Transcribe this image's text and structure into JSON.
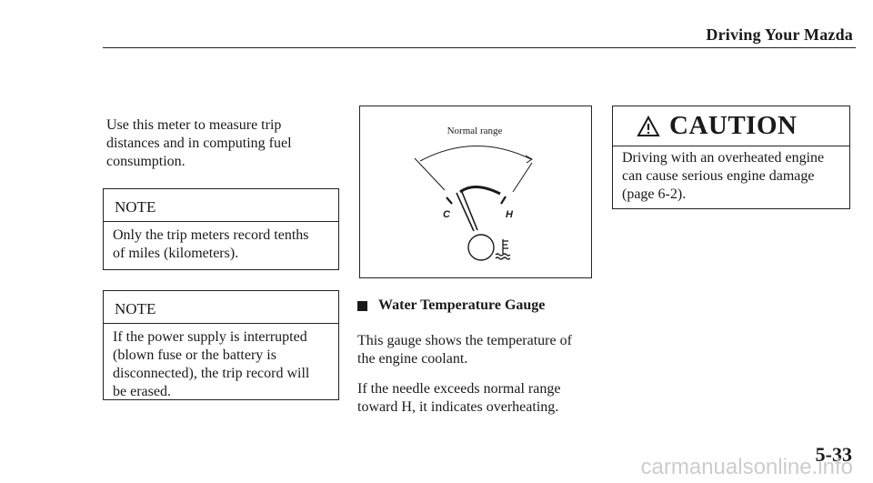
{
  "header": {
    "title": "Driving Your Mazda"
  },
  "intro": {
    "line1": "Use this meter to measure trip",
    "line2": "distances and in computing fuel",
    "line3": "consumption."
  },
  "note1": {
    "heading": "NOTE",
    "line1": "Only the trip meters record tenths",
    "line2": "of miles (kilometers)."
  },
  "note2": {
    "heading": "NOTE",
    "line1": "If the power supply is interrupted",
    "line2": "(blown fuse or the battery is",
    "line3": "disconnected), the trip record will",
    "line4": "be erased."
  },
  "gauge": {
    "range_label": "Normal range",
    "cold_label": "C",
    "hot_label": "H",
    "icon": "coolant-temperature-icon"
  },
  "section": {
    "heading": "Water Temperature Gauge",
    "p1_line1": "This gauge shows the temperature of",
    "p1_line2": "the engine coolant.",
    "p2_line1": "If the needle exceeds normal range",
    "p2_line2": "toward H, it indicates overheating."
  },
  "caution": {
    "heading": "CAUTION",
    "icon": "warning-triangle-icon",
    "line1": "Driving with an overheated engine",
    "line2": "can cause serious engine damage",
    "line3": "(page 6-2)."
  },
  "footer": {
    "page_number": "5-33",
    "watermark": "carmanualsonline.info"
  }
}
